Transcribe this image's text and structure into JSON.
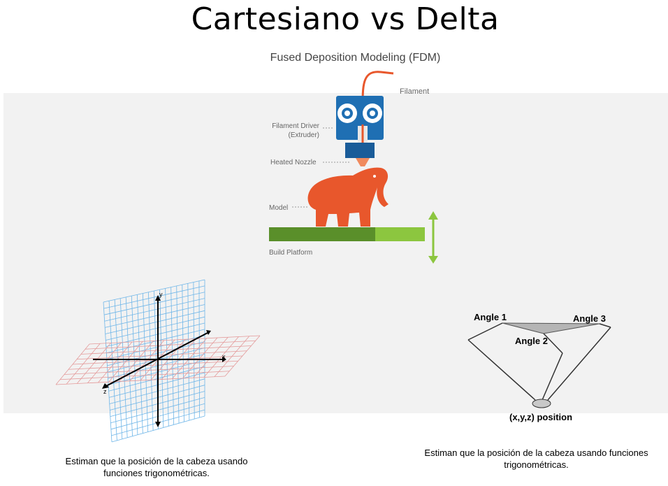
{
  "slide_title": "Cartesiano vs Delta",
  "fdm": {
    "title": "Fused Deposition Modeling (FDM)",
    "filament": "Filament",
    "driver_line1": "Filament Driver",
    "driver_line2": "(Extruder)",
    "nozzle": "Heated Nozzle",
    "model": "Model",
    "platform": "Build Platform"
  },
  "cartesian": {
    "axis_x": "x",
    "axis_y": "y",
    "axis_z": "z",
    "caption": "Estiman que la posición de la cabeza usando funciones trigonométricas."
  },
  "delta": {
    "angle1": "Angle 1",
    "angle2": "Angle 2",
    "angle3": "Angle 3",
    "position": "(x,y,z) position",
    "caption": "Estiman que la posición de la cabeza usando funciones trigonométricas."
  },
  "colors": {
    "filament": "#e8572c",
    "extruder": "#1f6fb3",
    "platform_dark": "#5a8f2a",
    "platform_light": "#8cc63f",
    "grid_blue": "#6fb6e8",
    "grid_red": "#e49a9a",
    "band": "#f2f2f2"
  }
}
